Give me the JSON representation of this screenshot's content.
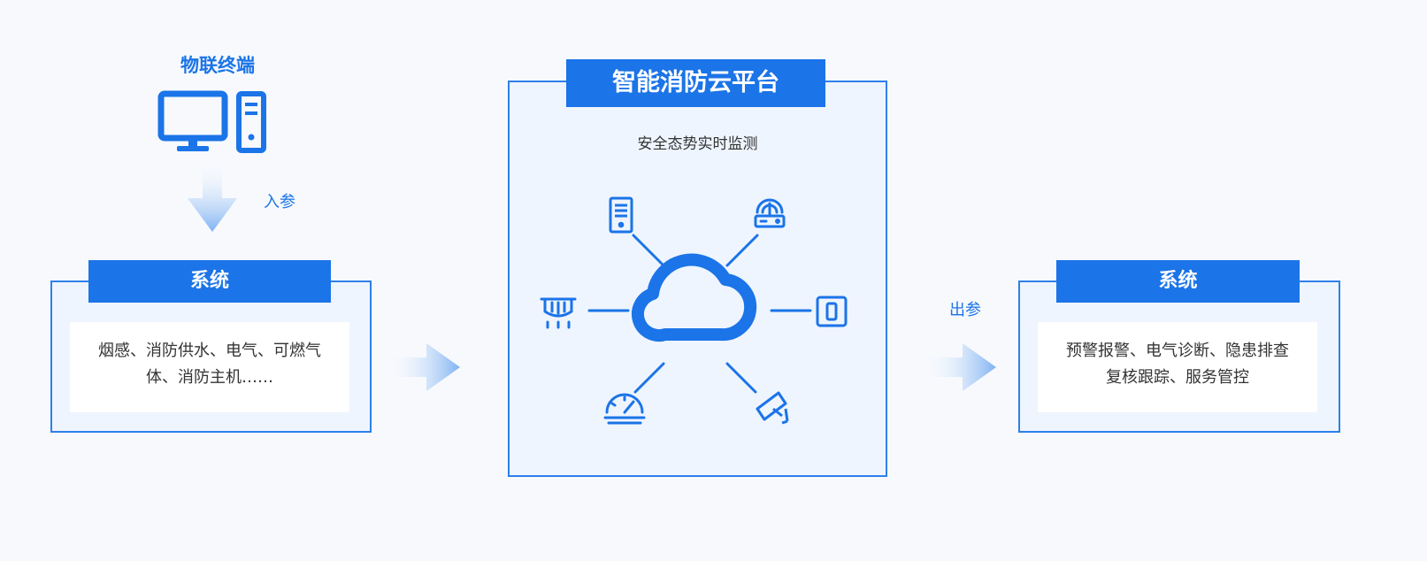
{
  "terminal": {
    "title": "物联终端",
    "icon": "computer-icon"
  },
  "input_label": "入参",
  "output_label": "出参",
  "left_system": {
    "title": "系统",
    "lines": [
      "烟感、消防供水、电气、可燃气",
      "体、消防主机……"
    ]
  },
  "platform": {
    "title": "智能消防云平台",
    "subtitle": "安全态势实时监测",
    "icons": [
      "cloud-icon",
      "server-icon",
      "router-icon",
      "smoke-detector-icon",
      "switch-icon",
      "gauge-icon",
      "camera-icon"
    ]
  },
  "right_system": {
    "title": "系统",
    "lines": [
      "预警报警、电气诊断、隐患排查",
      "复核跟踪、服务管控"
    ]
  },
  "colors": {
    "accent": "#1b74e8",
    "panel_bg": "#eef5fe",
    "page_bg": "#f7f9fd"
  }
}
